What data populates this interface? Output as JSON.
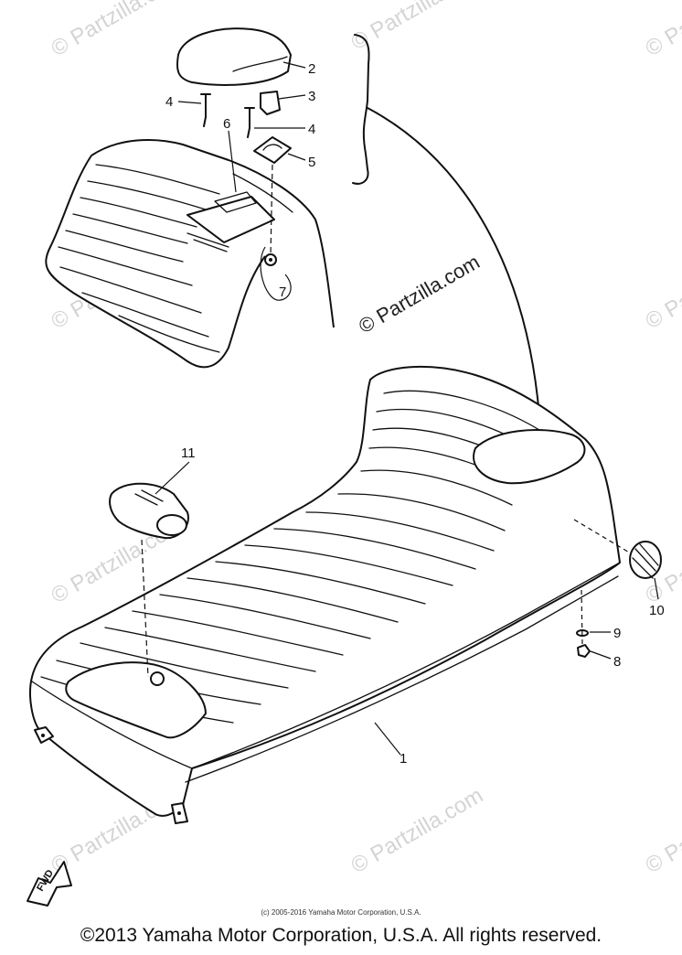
{
  "watermark": {
    "text": "© Partzilla.com"
  },
  "callouts": [
    {
      "id": "c2a",
      "label": "2"
    },
    {
      "id": "c3",
      "label": "3"
    },
    {
      "id": "c4a",
      "label": "4"
    },
    {
      "id": "c4b",
      "label": "4"
    },
    {
      "id": "c5",
      "label": "5"
    },
    {
      "id": "c6",
      "label": "6"
    },
    {
      "id": "c7",
      "label": "7"
    },
    {
      "id": "c11",
      "label": "11"
    },
    {
      "id": "c10",
      "label": "10"
    },
    {
      "id": "c9",
      "label": "9"
    },
    {
      "id": "c8",
      "label": "8"
    },
    {
      "id": "c1",
      "label": "1"
    }
  ],
  "fwd_label": "FWD",
  "footer": {
    "small_copyright": "(c) 2005-2016 Yamaha Motor Corporation, U.S.A.",
    "copyright": "©2013 Yamaha Motor Corporation, U.S.A. All rights reserved."
  }
}
